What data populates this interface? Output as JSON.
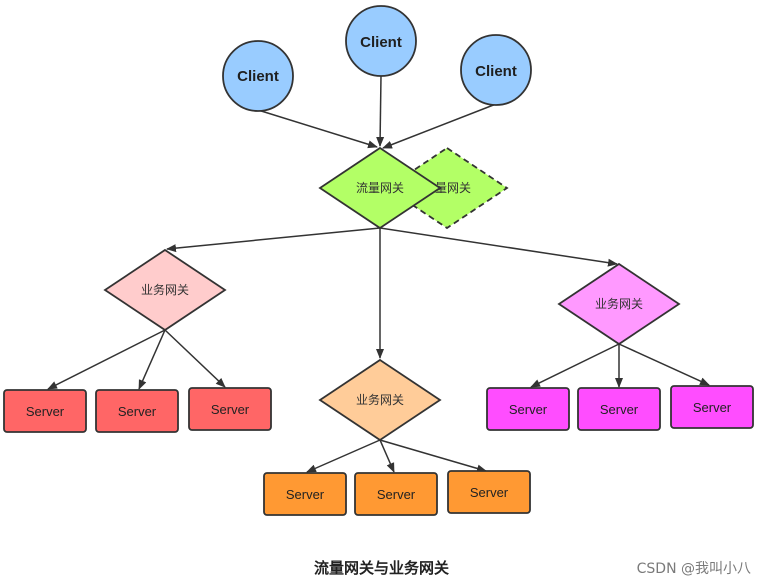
{
  "clients": [
    "Client",
    "Client",
    "Client"
  ],
  "traffic_gateway": {
    "label": "流量网关",
    "backup_label": "流量网关"
  },
  "business_gateways": [
    {
      "label": "业务网关",
      "servers": [
        "Server",
        "Server",
        "Server"
      ]
    },
    {
      "label": "业务网关",
      "servers": [
        "Server",
        "Server",
        "Server"
      ]
    },
    {
      "label": "业务网关",
      "servers": [
        "Server",
        "Server",
        "Server"
      ]
    }
  ],
  "caption": "流量网关与业务网关",
  "watermark": "CSDN @我叫小八",
  "colors": {
    "client_fill": "#99ccff",
    "traffic_fill": "#b3ff66",
    "gw_left_fill": "#ffcccc",
    "gw_mid_fill": "#ffcc99",
    "gw_right_fill": "#ff99ff",
    "srv_left_fill": "#ff6666",
    "srv_mid_fill": "#ff9933",
    "srv_right_fill": "#ff4dff",
    "stroke": "#333333"
  }
}
